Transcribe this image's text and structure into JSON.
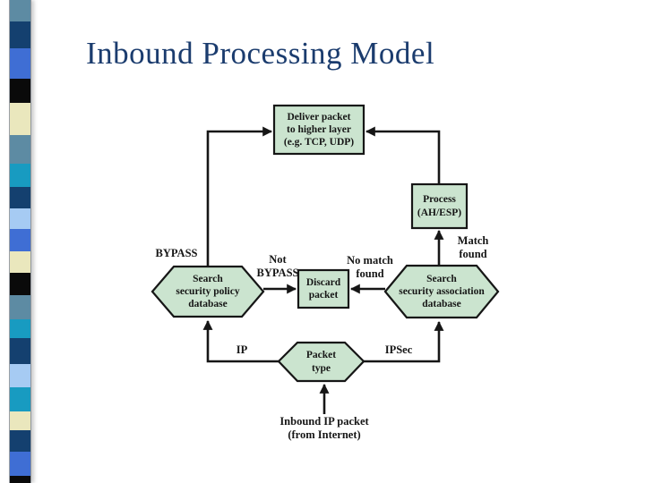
{
  "slide": {
    "title": "Inbound Processing Model",
    "title_color": "#1b3c6e",
    "background": "#ffffff"
  },
  "sidebar": {
    "blocks": [
      {
        "color": "#5d8ba3",
        "height": 24
      },
      {
        "color": "#14406f",
        "height": 30
      },
      {
        "color": "#3f6ed4",
        "height": 34
      },
      {
        "color": "#0a0a0a",
        "height": 27
      },
      {
        "color": "#eae7bd",
        "height": 36
      },
      {
        "color": "#5d8ba3",
        "height": 32
      },
      {
        "color": "#189bc1",
        "height": 26
      },
      {
        "color": "#14406f",
        "height": 24
      },
      {
        "color": "#a6cbf3",
        "height": 23
      },
      {
        "color": "#3f6ed4",
        "height": 25
      },
      {
        "color": "#eae7bd",
        "height": 24
      },
      {
        "color": "#0a0a0a",
        "height": 25
      },
      {
        "color": "#5d8ba3",
        "height": 27
      },
      {
        "color": "#189bc1",
        "height": 21
      },
      {
        "color": "#14406f",
        "height": 29
      },
      {
        "color": "#a6cbf3",
        "height": 26
      },
      {
        "color": "#189bc1",
        "height": 27
      },
      {
        "color": "#eae7bd",
        "height": 21
      },
      {
        "color": "#14406f",
        "height": 24
      },
      {
        "color": "#3f6ed4",
        "height": 27
      },
      {
        "color": "#0a0a0a",
        "height": 18
      }
    ]
  },
  "diagram": {
    "node_fill": "#cbe4cf",
    "node_border": "#161616",
    "line_color": "#161616",
    "nodes": {
      "deliver": {
        "label": "Deliver packet\nto higher layer\n(e.g. TCP, UDP)"
      },
      "process": {
        "label": "Process\n(AH/ESP)"
      },
      "discard": {
        "label": "Discard\npacket"
      },
      "spd": {
        "label": "Search\nsecurity policy\ndatabase"
      },
      "sad": {
        "label": "Search\nsecurity association\ndatabase"
      },
      "packet_type": {
        "label": "Packet\ntype"
      }
    },
    "edge_labels": {
      "bypass": "BYPASS",
      "not_bypass": "Not\nBYPASS",
      "no_match": "No match\nfound",
      "match": "Match\nfound",
      "ip": "IP",
      "ipsec": "IPSec",
      "inbound": "Inbound IP packet\n(from Internet)"
    }
  }
}
